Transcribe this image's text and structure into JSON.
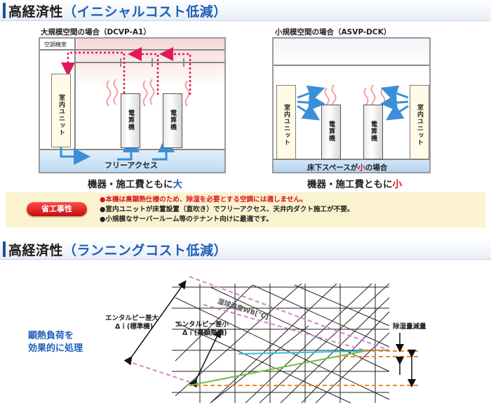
{
  "section1": {
    "title_main": "高経済性",
    "title_sub": "（イニシャルコスト低減）"
  },
  "left_panel": {
    "title": "大規模空間の場合（DCVP-A1）",
    "room_label": "空調機室",
    "unit_label": "室内ユニット",
    "rack_label": "電算機",
    "floor_label": "フリーアクセス",
    "caption_prefix": "機器・施工費ともに",
    "caption_emph": "大"
  },
  "right_panel": {
    "title": "小規模空間の場合（ASVP-DCK）",
    "unit_label": "室内ユニット",
    "rack_label": "電算機",
    "floor_prefix": "床下スペースが",
    "floor_emph": "小",
    "floor_suffix": "の場合",
    "caption_prefix": "機器・施工費ともに",
    "caption_emph": "小"
  },
  "savings": {
    "badge": "省工事性",
    "items": [
      "●本機は高顕熱仕様のため、除湿を必要とする空調には適しません。",
      "●室内ユニットが床置設置（直吹き）でフリーアクセス、天井内ダクト施工が不要。",
      "●小規模なサーバールーム等のテナント向けに最適です。"
    ]
  },
  "section2": {
    "title_main": "高経済性",
    "title_sub": "（ランニングコスト低減）"
  },
  "chart": {
    "left_note_line1": "顕熱負荷を",
    "left_note_line2": "効果的に処理",
    "label_large_line1": "エンタルピー差大",
    "label_large_line2": "Δｉ(標準機)",
    "label_small_line1": "エンタルピー差小",
    "label_small_line2": "Δｉ(高顕熱機)",
    "wb_label": "湿球温度WB[℃]",
    "dehum_label": "除湿量減量"
  },
  "colors": {
    "accent_blue": "#1f5fb8",
    "accent_red": "#d6161a",
    "arrow_pink": "#e2185a",
    "arrow_blue": "#3a8fd9",
    "save_bg": "#fbf2cf"
  }
}
